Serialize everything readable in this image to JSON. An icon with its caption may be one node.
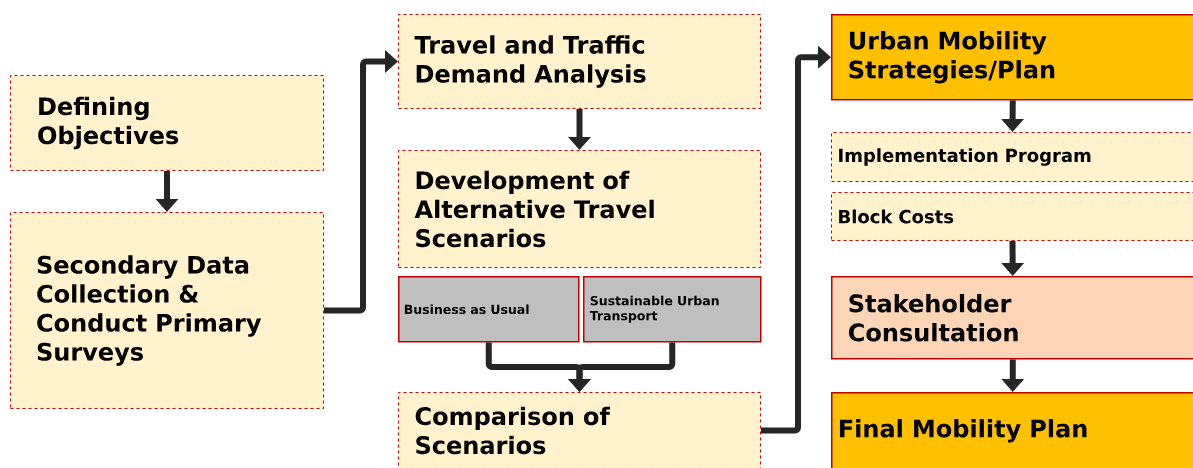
{
  "diagram": {
    "nodes": [
      {
        "text": [
          "Defining Objectives"
        ]
      },
      {
        "text": [
          "Secondary Data Collection & Conduct Primary Surveys"
        ]
      },
      {
        "text": [
          "Travel and Traffic Demand Analysis"
        ]
      },
      {
        "text": [
          "Development of Alternative Travel Scenarios"
        ]
      },
      {
        "text": [
          "Business as Usual"
        ]
      },
      {
        "text": [
          "Sustainable Urban Transport"
        ]
      },
      {
        "text": [
          "Comparison of Scenarios"
        ]
      },
      {
        "text": [
          "Urban Mobility Strategies/Plan"
        ]
      },
      {
        "text": [
          "Implementation Program"
        ]
      },
      {
        "text": [
          "Block Costs"
        ]
      },
      {
        "text": [
          "Stakeholder Consultation"
        ]
      },
      {
        "text": [
          "Final Mobility Plan"
        ]
      }
    ],
    "edges": [
      {
        "from": 0,
        "to": 1,
        "arrow": "to"
      },
      {
        "from": 1,
        "to": 2,
        "arrow": "to"
      },
      {
        "from": 2,
        "to": 3,
        "arrow": "to"
      },
      {
        "from": 4,
        "to": 6,
        "arrow": "to"
      },
      {
        "from": 5,
        "to": 6,
        "arrow": "to"
      },
      {
        "from": 6,
        "to": 7,
        "arrow": "to"
      },
      {
        "from": 7,
        "to": 8,
        "arrow": "to"
      },
      {
        "from": 9,
        "to": 10,
        "arrow": "to"
      },
      {
        "from": 10,
        "to": 11,
        "arrow": "to"
      }
    ]
  }
}
